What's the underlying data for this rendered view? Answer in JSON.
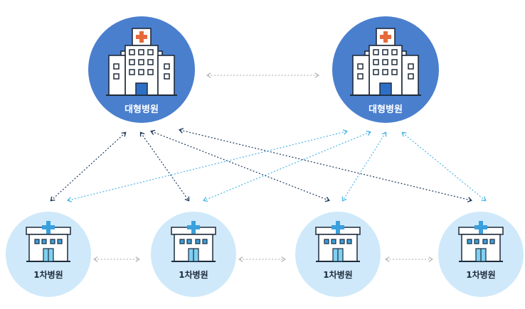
{
  "diagram": {
    "colors": {
      "large_circle": "#4a7fce",
      "small_circle": "#cfe9fa",
      "dark_arrow": "#1f3a5f",
      "light_arrow": "#4db6e8",
      "gray_arrow": "#b9b9b9",
      "cross_red": "#e56a3a",
      "cross_blue": "#3aa0dd"
    },
    "large_hospitals": [
      {
        "label": "대형병원"
      },
      {
        "label": "대형병원"
      }
    ],
    "primary_hospitals": [
      {
        "label": "1차병원"
      },
      {
        "label": "1차병원"
      },
      {
        "label": "1차병원"
      },
      {
        "label": "1차병원"
      }
    ]
  }
}
